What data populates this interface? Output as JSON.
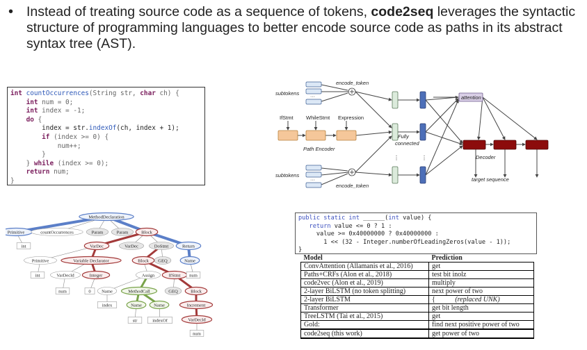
{
  "bullet": {
    "pre": "Instead of treating source code as a sequence of tokens, ",
    "bold": "code2seq",
    "post": " leverages the syntactic structure of programming languages to better encode source code as paths in its abstract syntax tree (AST)."
  },
  "code_listing_1": [
    [
      {
        "c": "kw",
        "t": "int"
      },
      {
        "c": "pl",
        "t": " "
      },
      {
        "c": "fn",
        "t": "countOccurrences"
      },
      {
        "c": "gr",
        "t": "(String str, "
      },
      {
        "c": "kw",
        "t": "char"
      },
      {
        "c": "gr",
        "t": " ch) {"
      }
    ],
    [
      {
        "c": "pl",
        "t": "    "
      },
      {
        "c": "kw",
        "t": "int"
      },
      {
        "c": "gr",
        "t": " num = 0;"
      }
    ],
    [
      {
        "c": "pl",
        "t": "    "
      },
      {
        "c": "kw",
        "t": "int"
      },
      {
        "c": "gr",
        "t": " index = -1;"
      }
    ],
    [
      {
        "c": "pl",
        "t": "    "
      },
      {
        "c": "kw",
        "t": "do"
      },
      {
        "c": "gr",
        "t": " {"
      }
    ],
    [
      {
        "c": "pl",
        "t": "        index = str."
      },
      {
        "c": "fn",
        "t": "indexOf"
      },
      {
        "c": "pl",
        "t": "(ch, index + 1);"
      }
    ],
    [
      {
        "c": "pl",
        "t": "        "
      },
      {
        "c": "kw",
        "t": "if"
      },
      {
        "c": "gr",
        "t": " (index >= 0) {"
      }
    ],
    [
      {
        "c": "gr",
        "t": "            num++;"
      }
    ],
    [
      {
        "c": "gr",
        "t": "        }"
      }
    ],
    [
      {
        "c": "gr",
        "t": "    } "
      },
      {
        "c": "kw",
        "t": "while"
      },
      {
        "c": "gr",
        "t": " (index >= 0);"
      }
    ],
    [
      {
        "c": "pl",
        "t": "    "
      },
      {
        "c": "kw",
        "t": "return"
      },
      {
        "c": "gr",
        "t": " num;"
      }
    ],
    [
      {
        "c": "gr",
        "t": "}"
      }
    ]
  ],
  "architecture": {
    "subtokens_top": "subtokens",
    "subtokens_bottom": "subtokens",
    "encode_token_top": "encode_token",
    "encode_token_bottom": "encode_token",
    "node_labels": [
      "IfStmt",
      "WhileStmt",
      "Expression"
    ],
    "path_encoder": "Path Encoder",
    "fully_connected": [
      "Fully",
      "connected"
    ],
    "attention": "attention",
    "decoder": "Decoder",
    "target_sequence": "target sequence",
    "colors": {
      "embed": "#dce8f6",
      "embed_stroke": "#3d5f94",
      "path": "#f5c79a",
      "path_stroke": "#b9833f",
      "fc": "#dcebdc",
      "fc_stroke": "#5c7a5c",
      "vec": "#4d6fb8",
      "vec_stroke": "#2b3f75",
      "decoder": "#8c0c0c",
      "attention": "#d9cfe6"
    }
  },
  "ast": {
    "nodes": [
      {
        "id": "md",
        "label": "MethodDeclaration",
        "s": "b"
      },
      {
        "id": "prim1",
        "label": "Primitive",
        "s": "b"
      },
      {
        "id": "co",
        "label": "countOccurrences",
        "s": "n"
      },
      {
        "id": "param1",
        "label": "Param",
        "s": "g"
      },
      {
        "id": "param2",
        "label": "Param",
        "s": "g"
      },
      {
        "id": "block1",
        "label": "Block",
        "s": "r"
      },
      {
        "id": "int1",
        "label": "int",
        "s": "box"
      },
      {
        "id": "vardec1",
        "label": "VarDec",
        "s": "r"
      },
      {
        "id": "vardec2",
        "label": "VarDec",
        "s": "g"
      },
      {
        "id": "dostmt",
        "label": "DoStmt",
        "s": "g"
      },
      {
        "id": "return",
        "label": "Return",
        "s": "b"
      },
      {
        "id": "prim2",
        "label": "Primitive",
        "s": "n"
      },
      {
        "id": "vdecl",
        "label": "Variable Declarator",
        "s": "r"
      },
      {
        "id": "block2",
        "label": "Block",
        "s": "r"
      },
      {
        "id": "geq1",
        "label": "GEQ",
        "s": "g"
      },
      {
        "id": "name1",
        "label": "Name",
        "s": "b"
      },
      {
        "id": "int2",
        "label": "int",
        "s": "box"
      },
      {
        "id": "vardecid1",
        "label": "VarDecId",
        "s": "n"
      },
      {
        "id": "integer",
        "label": "Integer",
        "s": "r"
      },
      {
        "id": "assign",
        "label": "Assign",
        "s": "n"
      },
      {
        "id": "ifstmt",
        "label": "IfStmt",
        "s": "r"
      },
      {
        "id": "num1",
        "label": "num",
        "s": "box"
      },
      {
        "id": "num2",
        "label": "num",
        "s": "box"
      },
      {
        "id": "zero",
        "label": "0",
        "s": "box"
      },
      {
        "id": "name2",
        "label": "Name",
        "s": "n"
      },
      {
        "id": "mcall",
        "label": "MethodCall",
        "s": "gr"
      },
      {
        "id": "geq2",
        "label": "GEQ",
        "s": "g"
      },
      {
        "id": "block3",
        "label": "Block",
        "s": "r"
      },
      {
        "id": "index",
        "label": "index",
        "s": "box"
      },
      {
        "id": "name3",
        "label": "Name",
        "s": "gr"
      },
      {
        "id": "name4",
        "label": "Name",
        "s": "gr"
      },
      {
        "id": "increment",
        "label": "Increment",
        "s": "r"
      },
      {
        "id": "str",
        "label": "str",
        "s": "box"
      },
      {
        "id": "indexof",
        "label": "indexOf",
        "s": "box"
      },
      {
        "id": "vardecid2",
        "label": "VarDecId",
        "s": "r"
      },
      {
        "id": "num3",
        "label": "num",
        "s": "box"
      }
    ]
  },
  "code_listing_2": [
    [
      {
        "c": "k",
        "t": "public static int"
      },
      {
        "c": "p",
        "t": " ______("
      },
      {
        "c": "k",
        "t": "int"
      },
      {
        "c": "p",
        "t": " value) {"
      }
    ],
    [
      {
        "c": "p",
        "t": "   "
      },
      {
        "c": "k",
        "t": "return"
      },
      {
        "c": "p",
        "t": " value <= 0 ? 1 :"
      }
    ],
    [
      {
        "c": "p",
        "t": "     value >= 0x40000000 ? 0x40000000 :"
      }
    ],
    [
      {
        "c": "p",
        "t": "       1 << (32 - Integer.numberOfLeadingZeros(value - 1));"
      }
    ],
    [
      {
        "c": "p",
        "t": "}"
      }
    ]
  ],
  "table": {
    "headers": [
      "Model",
      "Prediction"
    ],
    "rows": [
      {
        "model": "ConvAttention (Allamanis et al., 2016)",
        "pred": "get"
      },
      {
        "model": "Paths+CRFs (Alon et al., 2018)",
        "pred": "test bit inolz"
      },
      {
        "model": "code2vec (Alon et al., 2019)",
        "pred": "multiply"
      },
      {
        "model": "2-layer BiLSTM (no token splitting)",
        "pred": "next power of two"
      },
      {
        "model": "2-layer BiLSTM",
        "pred": "{      (replaced UNK)"
      },
      {
        "model": "Transformer",
        "pred": "get bit length"
      },
      {
        "model": "TreeLSTM (Tai et al., 2015)",
        "pred": "get"
      },
      {
        "model": "Gold:",
        "pred": "find next positive power of two"
      },
      {
        "model": "code2seq (this work)",
        "pred": "get power of two"
      }
    ]
  }
}
